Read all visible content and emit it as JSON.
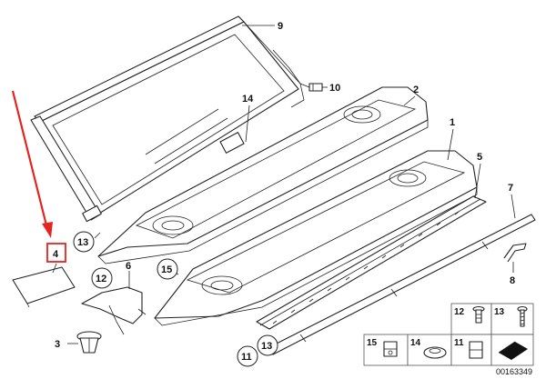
{
  "callouts": {
    "c1": "1",
    "c2": "2",
    "c3": "3",
    "c4": "4",
    "c5": "5",
    "c6": "6",
    "c7": "7",
    "c8": "8",
    "c9": "9",
    "c10": "10",
    "c12": "12",
    "c13a": "13",
    "c13b": "13",
    "c14": "14",
    "c15": "15",
    "c11": "11"
  },
  "legend": {
    "l12": "12",
    "l13": "13",
    "l15": "15",
    "l14": "14",
    "l11": "11"
  },
  "doc_number": "00163349",
  "colors": {
    "highlight": "#e8231f",
    "line": "#222222"
  }
}
